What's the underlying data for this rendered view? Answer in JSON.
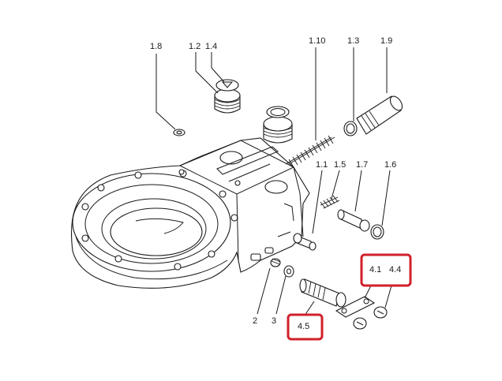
{
  "colors": {
    "highlight": "#d0202a",
    "line": "#1a1a1a"
  },
  "labels": {
    "l_1_8": "1.8",
    "l_1_2": "1.2",
    "l_1_4": "1.4",
    "l_1_10": "1.10",
    "l_1_3": "1.3",
    "l_1_9": "1.9",
    "l_1_1": "1.1",
    "l_1_5": "1.5",
    "l_1_7": "1.7",
    "l_1_6": "1.6",
    "l_2": "2",
    "l_3": "3",
    "l_4_1": "4.1",
    "l_4_4": "4.4",
    "l_4_5": "4.5"
  }
}
